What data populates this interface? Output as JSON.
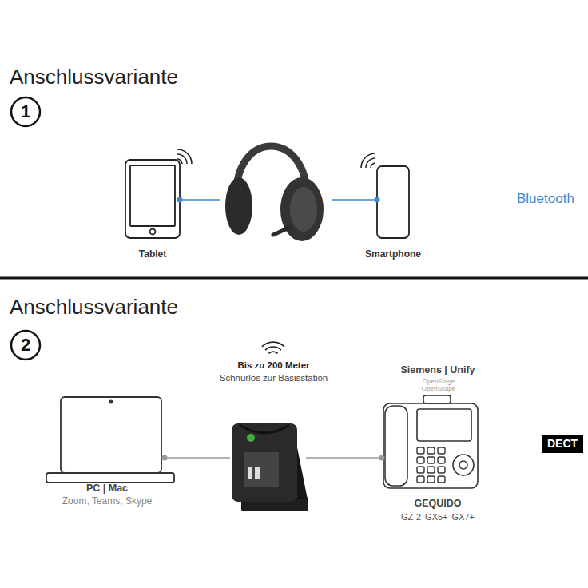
{
  "diagram": {
    "nodes": [
      {
        "text": [
          "Tablet"
        ]
      },
      {
        "text": []
      },
      {
        "text": [
          "Smartphone"
        ]
      },
      {
        "text": [
          "PC | Mac",
          "Zoom, Teams, Skype"
        ]
      },
      {
        "text": [
          "Bis zu 200 Meter",
          "Schnurlos zur Basisstation"
        ]
      },
      {
        "text": [
          "Siemens | Unify",
          "OpenStage",
          "OpenScape",
          "GEQUIDO",
          "GZ-2  GX5+  GX7+"
        ]
      }
    ],
    "edges": [
      {
        "from": 0,
        "to": 1,
        "arrow": "none"
      },
      {
        "from": 1,
        "to": 2,
        "arrow": "none"
      },
      {
        "from": 3,
        "to": 4,
        "arrow": "none"
      },
      {
        "from": 4,
        "to": 5,
        "arrow": "none"
      }
    ],
    "labels": [
      "Anschlussvariante",
      "1",
      "Anschlussvariante",
      "2",
      "Bluetooth",
      "DECT"
    ]
  }
}
